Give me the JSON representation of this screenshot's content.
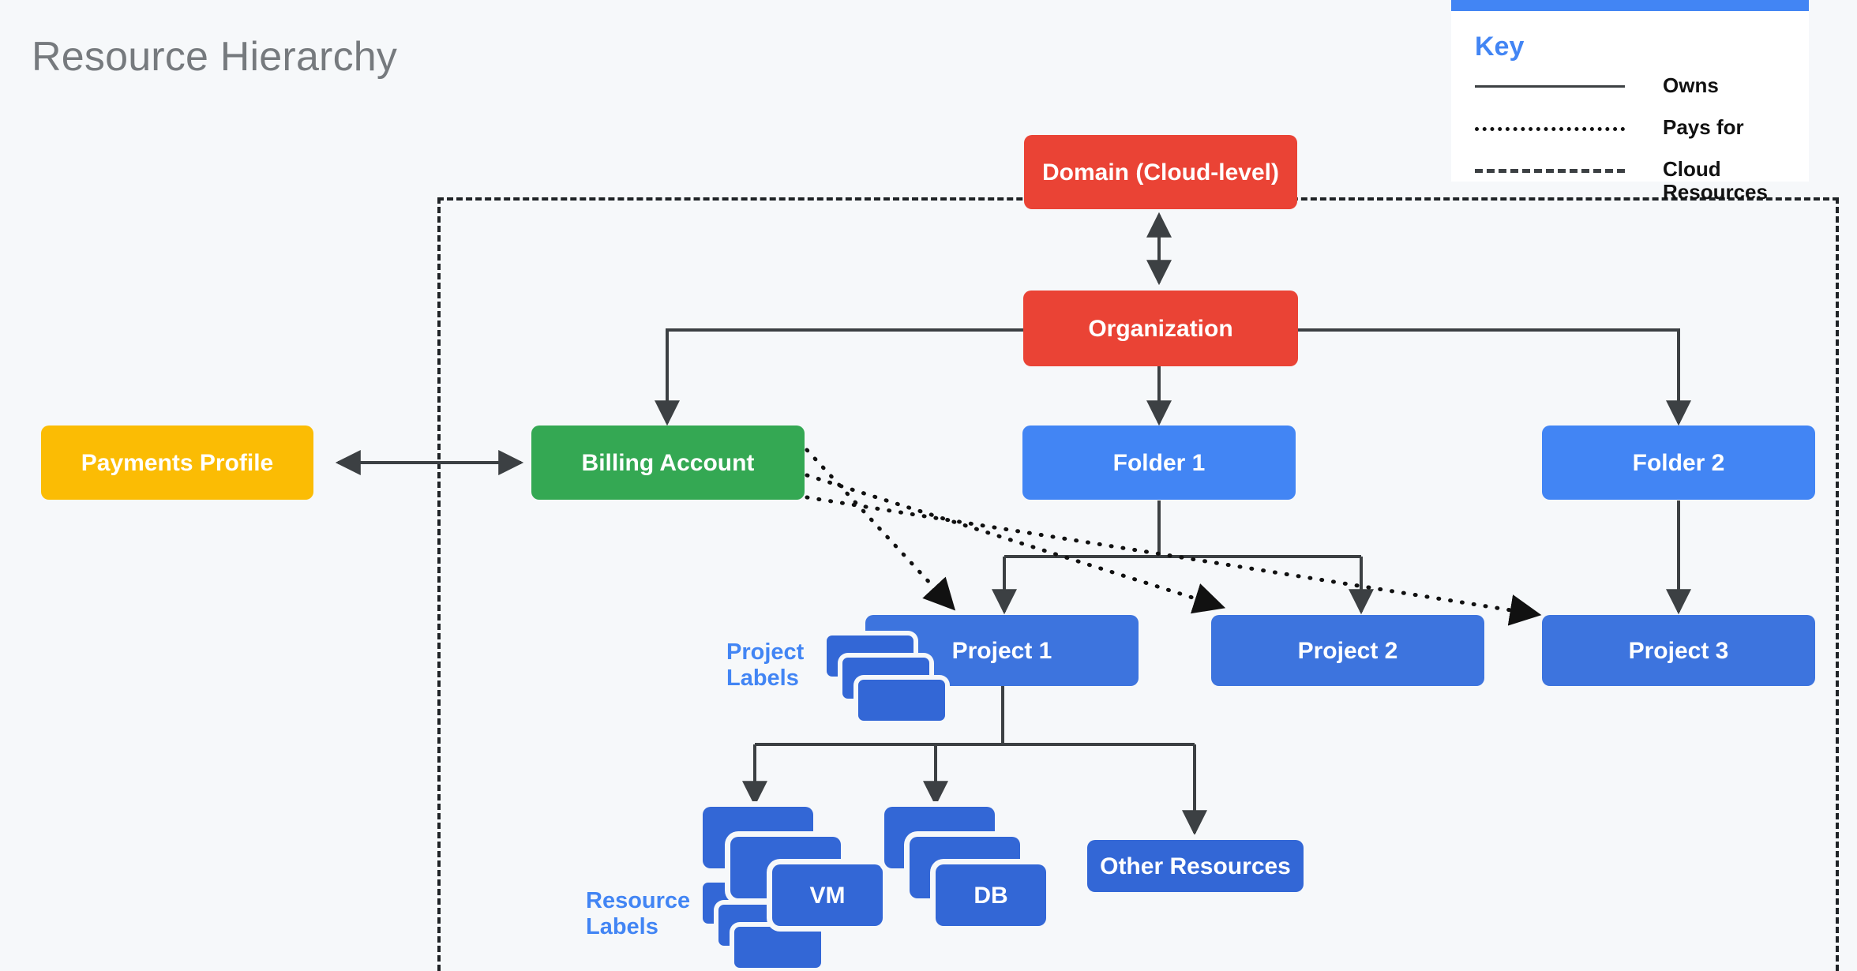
{
  "page": {
    "title": "Resource Hierarchy",
    "background_color": "#f6f8fa"
  },
  "key": {
    "title": "Key",
    "accent_color": "#4285f4",
    "entries": [
      {
        "style": "solid",
        "label": "Owns"
      },
      {
        "style": "dotted",
        "label": "Pays for"
      },
      {
        "style": "dashed",
        "label": "Cloud\nResources"
      }
    ]
  },
  "captions": {
    "project_labels": "Project\nLabels",
    "resource_labels": "Resource\nLabels"
  },
  "nodes": {
    "domain": {
      "label": "Domain (Cloud-level)",
      "color": "#ea4335"
    },
    "organization": {
      "label": "Organization",
      "color": "#ea4335"
    },
    "payments_profile": {
      "label": "Payments Profile",
      "color": "#fbbc04"
    },
    "billing_account": {
      "label": "Billing Account",
      "color": "#34a853"
    },
    "folder_1": {
      "label": "Folder 1",
      "color": "#4285f4"
    },
    "folder_2": {
      "label": "Folder 2",
      "color": "#4285f4"
    },
    "project_1": {
      "label": "Project 1",
      "color": "#3d74de"
    },
    "project_2": {
      "label": "Project 2",
      "color": "#3d74de"
    },
    "project_3": {
      "label": "Project 3",
      "color": "#3d74de"
    },
    "vm": {
      "label": "VM",
      "color": "#3367d6"
    },
    "db": {
      "label": "DB",
      "color": "#3367d6"
    },
    "other_resources": {
      "label": "Other Resources",
      "color": "#3367d6"
    }
  },
  "chart_data": {
    "type": "diagram",
    "title": "Resource Hierarchy",
    "nodes": [
      {
        "id": "domain",
        "label": "Domain (Cloud-level)",
        "level": 0,
        "color": "#ea4335"
      },
      {
        "id": "organization",
        "label": "Organization",
        "level": 1,
        "color": "#ea4335"
      },
      {
        "id": "payments_profile",
        "label": "Payments Profile",
        "level": 2,
        "color": "#fbbc04"
      },
      {
        "id": "billing_account",
        "label": "Billing Account",
        "level": 2,
        "color": "#34a853"
      },
      {
        "id": "folder_1",
        "label": "Folder 1",
        "level": 2,
        "color": "#4285f4"
      },
      {
        "id": "folder_2",
        "label": "Folder 2",
        "level": 2,
        "color": "#4285f4"
      },
      {
        "id": "project_1",
        "label": "Project 1",
        "level": 3,
        "color": "#3d74de"
      },
      {
        "id": "project_2",
        "label": "Project 2",
        "level": 3,
        "color": "#3d74de"
      },
      {
        "id": "project_3",
        "label": "Project 3",
        "level": 3,
        "color": "#3d74de"
      },
      {
        "id": "vm",
        "label": "VM",
        "level": 4,
        "color": "#3367d6"
      },
      {
        "id": "db",
        "label": "DB",
        "level": 4,
        "color": "#3367d6"
      },
      {
        "id": "other_resources",
        "label": "Other Resources",
        "level": 4,
        "color": "#3367d6"
      }
    ],
    "edges": [
      {
        "from": "organization",
        "to": "domain",
        "style": "solid",
        "arrow": "both"
      },
      {
        "from": "organization",
        "to": "billing_account",
        "style": "solid",
        "arrow": "to"
      },
      {
        "from": "organization",
        "to": "folder_1",
        "style": "solid",
        "arrow": "to"
      },
      {
        "from": "organization",
        "to": "folder_2",
        "style": "solid",
        "arrow": "to"
      },
      {
        "from": "payments_profile",
        "to": "billing_account",
        "style": "solid",
        "arrow": "both"
      },
      {
        "from": "folder_1",
        "to": "project_1",
        "style": "solid",
        "arrow": "to"
      },
      {
        "from": "folder_1",
        "to": "project_2",
        "style": "solid",
        "arrow": "to"
      },
      {
        "from": "folder_2",
        "to": "project_3",
        "style": "solid",
        "arrow": "to"
      },
      {
        "from": "project_1",
        "to": "vm",
        "style": "solid",
        "arrow": "to"
      },
      {
        "from": "project_1",
        "to": "db",
        "style": "solid",
        "arrow": "to"
      },
      {
        "from": "project_1",
        "to": "other_resources",
        "style": "solid",
        "arrow": "to"
      },
      {
        "from": "billing_account",
        "to": "project_1",
        "style": "dotted",
        "arrow": "to"
      },
      {
        "from": "billing_account",
        "to": "project_2",
        "style": "dotted",
        "arrow": "to"
      },
      {
        "from": "billing_account",
        "to": "project_3",
        "style": "dotted",
        "arrow": "to"
      }
    ],
    "boundary": {
      "style": "dashed",
      "label": "Cloud Resources"
    },
    "legend": [
      "Owns",
      "Pays for",
      "Cloud Resources"
    ]
  }
}
